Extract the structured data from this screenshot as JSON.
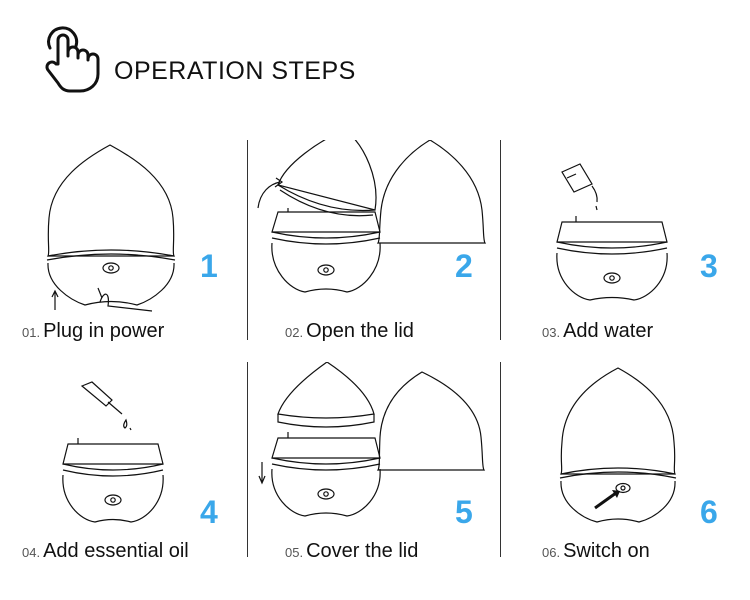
{
  "header": {
    "title": "OPERATION STEPS",
    "icon": "tap-hand-icon"
  },
  "steps": [
    {
      "index": "01.",
      "label": "Plug in power",
      "number": "1"
    },
    {
      "index": "02.",
      "label": "Open the lid",
      "number": "2"
    },
    {
      "index": "03.",
      "label": "Add water",
      "number": "3"
    },
    {
      "index": "04.",
      "label": "Add essential oil",
      "number": "4"
    },
    {
      "index": "05.",
      "label": "Cover the lid",
      "number": "5"
    },
    {
      "index": "06.",
      "label": "Switch on",
      "number": "6"
    }
  ],
  "colors": {
    "accent": "#3aa7ea",
    "line": "#111111"
  }
}
